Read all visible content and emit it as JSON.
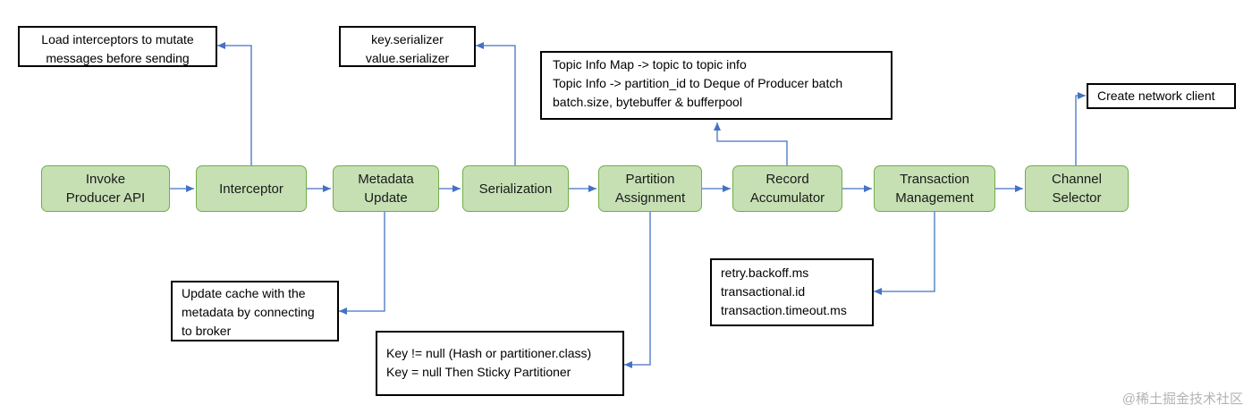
{
  "accent_colors": {
    "node_fill": "#c6e0b4",
    "node_border": "#70ad47",
    "arrow": "#4472c4"
  },
  "steps": [
    {
      "id": "invoke",
      "label": "Invoke\nProducer API"
    },
    {
      "id": "interceptor",
      "label": "Interceptor"
    },
    {
      "id": "metadata",
      "label": "Metadata\nUpdate"
    },
    {
      "id": "serialization",
      "label": "Serialization"
    },
    {
      "id": "partition",
      "label": "Partition\nAssignment"
    },
    {
      "id": "accumulator",
      "label": "Record\nAccumulator"
    },
    {
      "id": "transaction",
      "label": "Transaction\nManagement"
    },
    {
      "id": "channel",
      "label": "Channel\nSelector"
    }
  ],
  "notes": {
    "interceptor": [
      "Load interceptors to mutate",
      "messages before sending"
    ],
    "serialization": [
      "key.serializer",
      "value.serializer"
    ],
    "accumulator": [
      "Topic Info Map -> topic to topic info",
      "Topic Info -> partition_id to Deque of Producer batch",
      "batch.size, bytebuffer & bufferpool"
    ],
    "channel": [
      "Create network client"
    ],
    "metadata": [
      "Update cache with the",
      "metadata by connecting",
      "to broker"
    ],
    "partition": [
      "Key != null (Hash or partitioner.class)",
      "Key = null Then Sticky Partitioner"
    ],
    "transaction": [
      "retry.backoff.ms",
      "transactional.id",
      "transaction.timeout.ms"
    ]
  },
  "watermark": "@稀土掘金技术社区"
}
